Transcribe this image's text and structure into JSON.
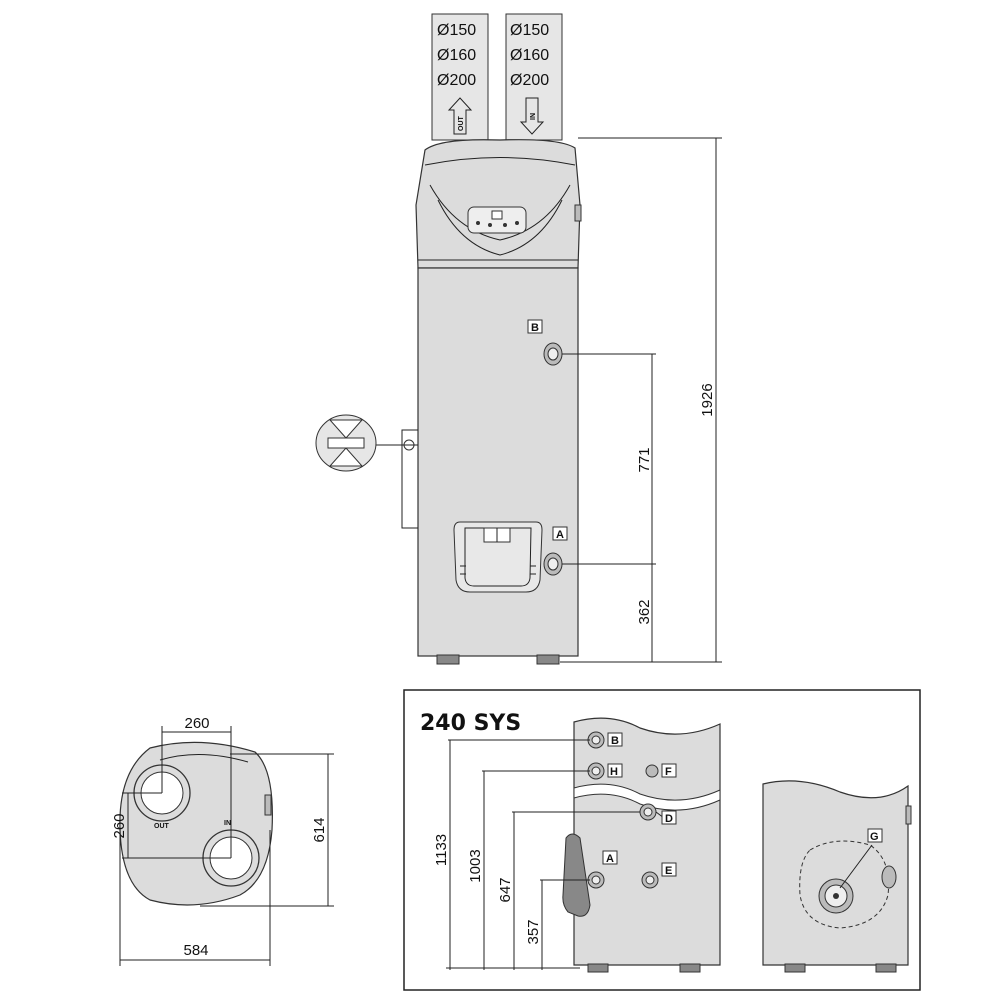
{
  "ducts": {
    "left": [
      "Ø150",
      "Ø160",
      "Ø200"
    ],
    "right": [
      "Ø150",
      "Ø160",
      "Ø200"
    ],
    "left_arrow_text": "OUT",
    "right_arrow_text": "IN"
  },
  "main": {
    "dim_total": "1926",
    "dim_upper": "771",
    "dim_lower": "362",
    "label_b": "B",
    "label_a": "A"
  },
  "top_view": {
    "dim_width_inner": "260",
    "dim_height_inner": "260",
    "dim_depth": "614",
    "dim_width": "584",
    "label_out": "OUT",
    "label_in": "IN"
  },
  "sys": {
    "title": "240 SYS",
    "dims": [
      "1133",
      "1003",
      "647",
      "357"
    ],
    "labels": [
      "B",
      "H",
      "F",
      "D",
      "A",
      "E",
      "G"
    ]
  }
}
